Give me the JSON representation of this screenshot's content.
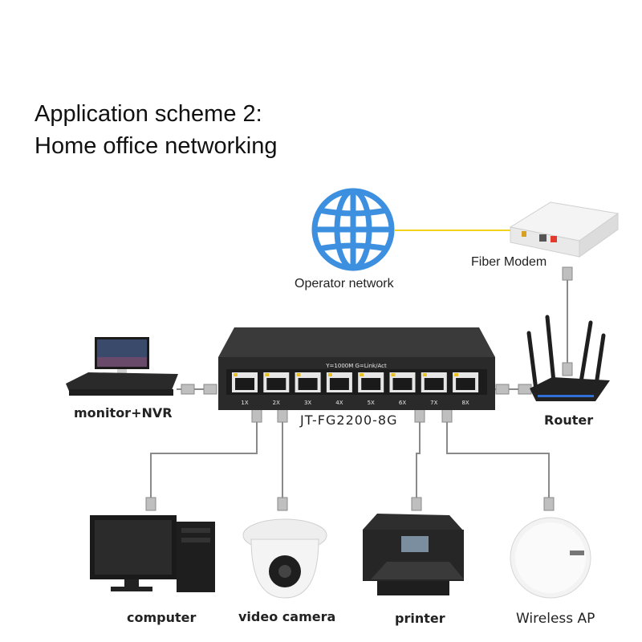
{
  "title": {
    "line1": "Application scheme 2:",
    "line2": "Home office networking"
  },
  "switch": {
    "model": "JT-FG2200-8G",
    "legend": "Y=1000M  G=Link/Act",
    "ports": [
      "1X",
      "2X",
      "3X",
      "4X",
      "5X",
      "6X",
      "7X",
      "8X"
    ]
  },
  "nodes": {
    "operator_network": "Operator network",
    "fiber_modem": "Fiber Modem",
    "router": "Router",
    "monitor_nvr": "monitor+NVR",
    "computer": "computer",
    "video_camera": "video camera",
    "printer": "printer",
    "wireless_ap": "Wireless AP"
  },
  "colors": {
    "fiber_link": "#f2d21b",
    "cable": "#8a8a8a",
    "globe": "#3d8fe0",
    "switch_body": "#2a2a2a",
    "port_led": "#e8c022"
  }
}
